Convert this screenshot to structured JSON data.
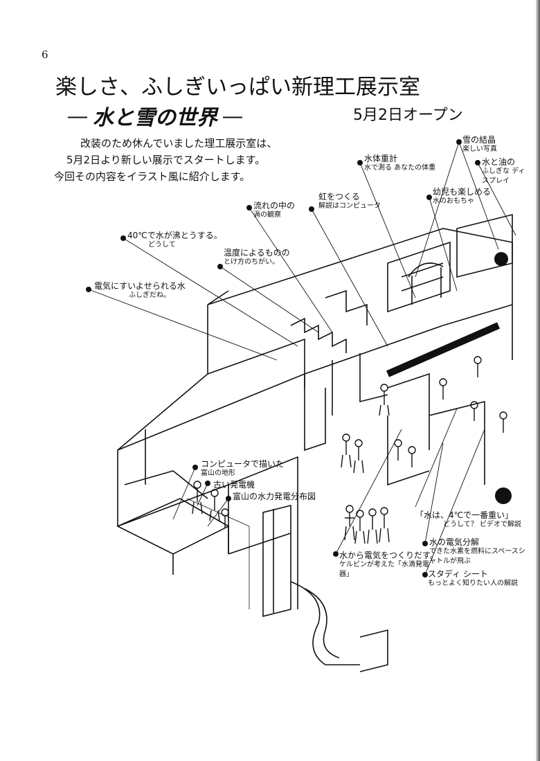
{
  "page": {
    "number": "6"
  },
  "header": {
    "title": "楽しさ、ふしぎいっぱい新理工展示室",
    "subtitle": "水と雪の世界",
    "subtitle_dash_left": "―",
    "subtitle_dash_right": "―",
    "opening": "5月2日オープン"
  },
  "intro": {
    "lines": [
      "改装のため休んでいました理工展示室は、",
      "5月2日より新しい展示でスタートします。",
      "今回その内容をイラスト風に紹介します。"
    ]
  },
  "callouts": [
    {
      "line1": "雪の結晶",
      "line2": "楽しい写真"
    },
    {
      "line1": "水体重計",
      "line2": "水で測る あなたの体重"
    },
    {
      "line1": "水と油の",
      "line2": "ふしぎな ディスプレイ"
    },
    {
      "line1": "虹をつくる",
      "line2": "解説はコンピュータ"
    },
    {
      "line1": "幼児も楽しめる",
      "line2": "水のおもちゃ"
    },
    {
      "line1": "流れの中の",
      "line2": "渦の観察"
    },
    {
      "line1": "40℃で水が沸とうする。",
      "line2": "どうして"
    },
    {
      "line1": "温度によるものの",
      "line2": "とけ方のちがい。"
    },
    {
      "line1": "電気にすいよせられる水",
      "line2": "ふしぎだね。"
    },
    {
      "line1": "コンピュータで描いた",
      "line2": "富山の地形"
    },
    {
      "line1": "古い発電機",
      "line2": ""
    },
    {
      "line1": "富山の水力発電分布図",
      "line2": ""
    },
    {
      "line1": "「水は、4℃で一番重い」",
      "line2": "どうして？ ビデオで解説"
    },
    {
      "line1": "水の電気分解",
      "line2": "できた水素を燃料にスペースシャトルが飛ぶ"
    },
    {
      "line1": "水から電気をつくりだす。",
      "line2": "ケルビンが考えた「水滴発電器」"
    },
    {
      "line1": "スタディ シート",
      "line2": "もっとよく知りたい人の解説"
    }
  ],
  "colors": {
    "ink": "#111111",
    "paper": "#ffffff"
  }
}
